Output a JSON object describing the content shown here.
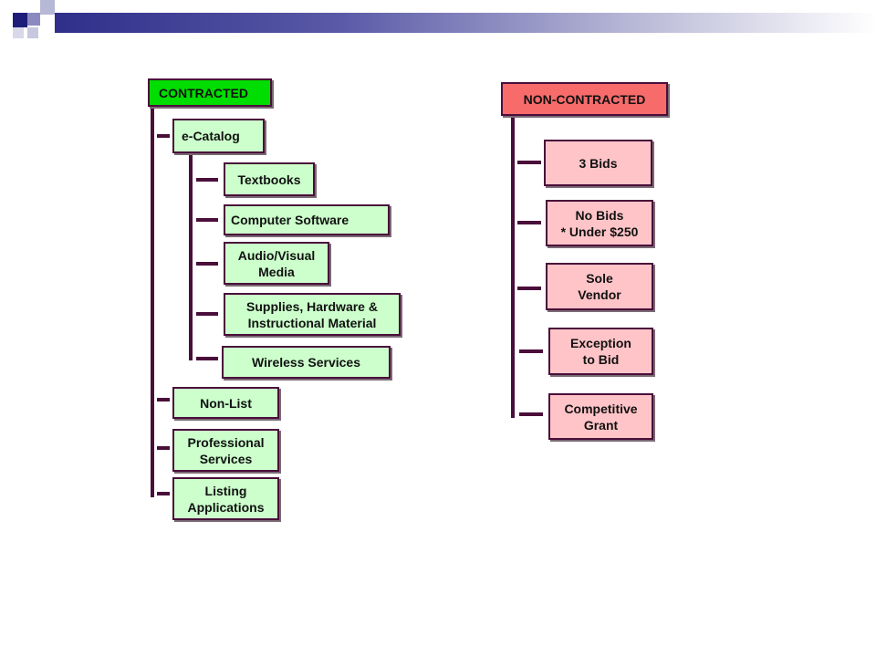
{
  "contracted": {
    "root": "CONTRACTED",
    "ecatalog": "e-Catalog",
    "ecatalog_items": [
      "Textbooks",
      "Computer Software",
      "Audio/Visual\nMedia",
      "Supplies, Hardware &\nInstructional Material",
      "Wireless Services"
    ],
    "others": [
      "Non-List",
      "Professional\nServices",
      "Listing\nApplications"
    ]
  },
  "non_contracted": {
    "root": "NON-CONTRACTED",
    "items": [
      "3 Bids",
      "No Bids\n* Under $250",
      "Sole\nVendor",
      "Exception\nto Bid",
      "Competitive\nGrant"
    ]
  },
  "colors": {
    "header_dark": "#2f2f8a",
    "contracted_root": "#00dd00",
    "contracted_box": "#ccffcc",
    "noncontracted_root": "#f86b6b",
    "noncontracted_box": "#ffc4c8",
    "connector": "#4a0e3a"
  }
}
